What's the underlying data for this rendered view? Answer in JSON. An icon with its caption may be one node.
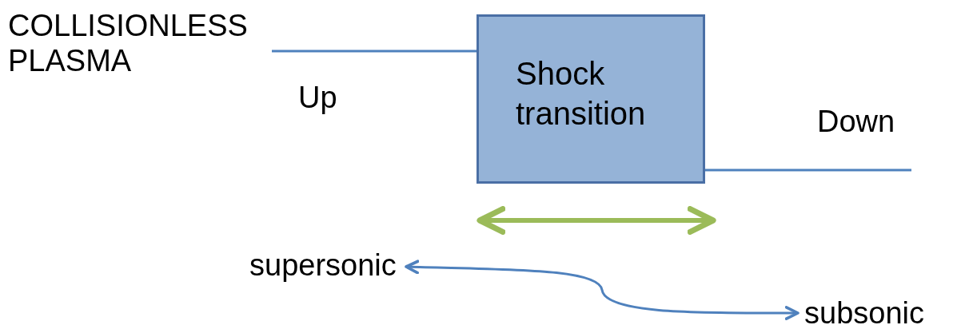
{
  "diagram": {
    "nodes": [
      {
        "text": [
          "Shock transition"
        ]
      },
      {
        "text": [
          "supersonic"
        ]
      },
      {
        "text": [
          "subsonic"
        ]
      }
    ],
    "edges": [
      {
        "from": 1,
        "to": 2,
        "arrow": "both"
      }
    ],
    "labels": [
      "COLLISIONLESS PLASMA",
      "Up",
      "Down"
    ]
  }
}
